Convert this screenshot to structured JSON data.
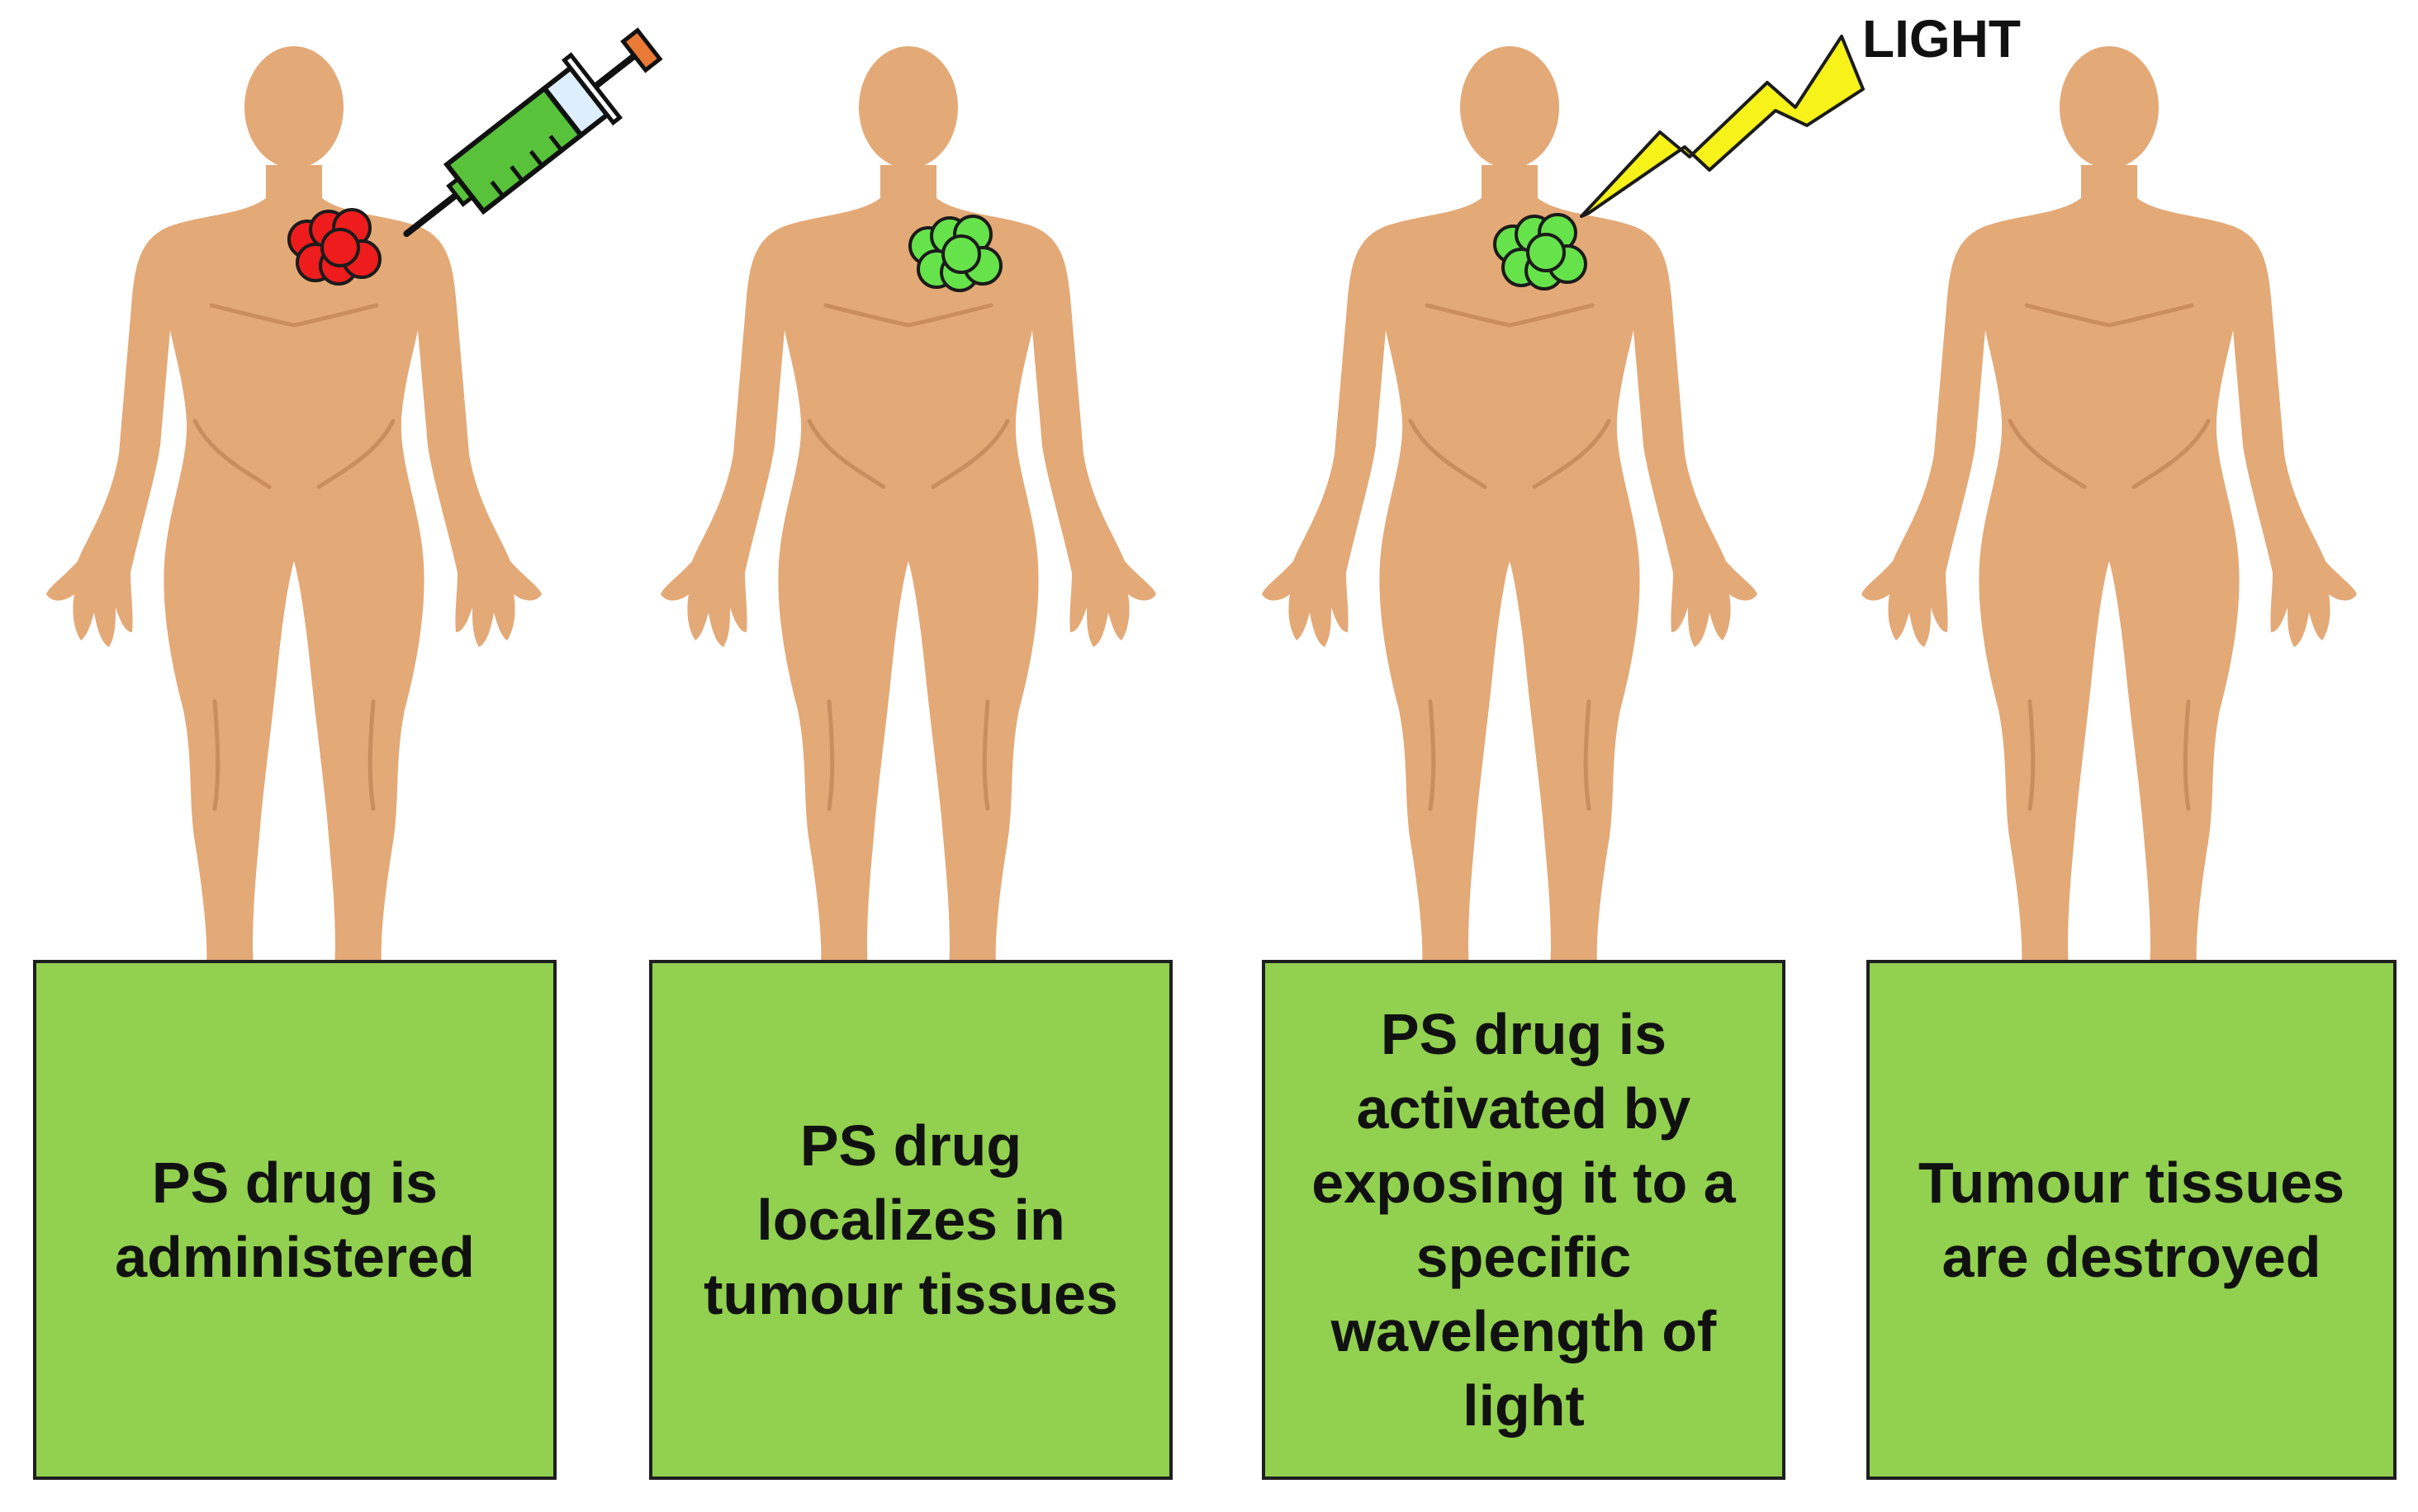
{
  "light_label": "LIGHT",
  "steps": [
    {
      "caption": "PS drug is\nadministered"
    },
    {
      "caption": "PS drug\nlocalizes in\ntumour tissues"
    },
    {
      "caption": "PS drug is\nactivated by\nexposing it to a\nspecific\nwavelength of\nlight"
    },
    {
      "caption": "Tumour tissues\nare destroyed"
    }
  ],
  "colors": {
    "skin": "#e3a977",
    "skin_shade": "#c98d5e",
    "caption_box": "#92d050",
    "tumour_untreated": "#ee1c1c",
    "tumour_drug": "#66e34a",
    "lightning": "#f6f21a",
    "syringe_fluid": "#58c23a",
    "syringe_cap": "#e97a35"
  },
  "icons": [
    "body-figure-icon",
    "syringe-icon",
    "lightning-icon",
    "cell-cluster-icon"
  ]
}
